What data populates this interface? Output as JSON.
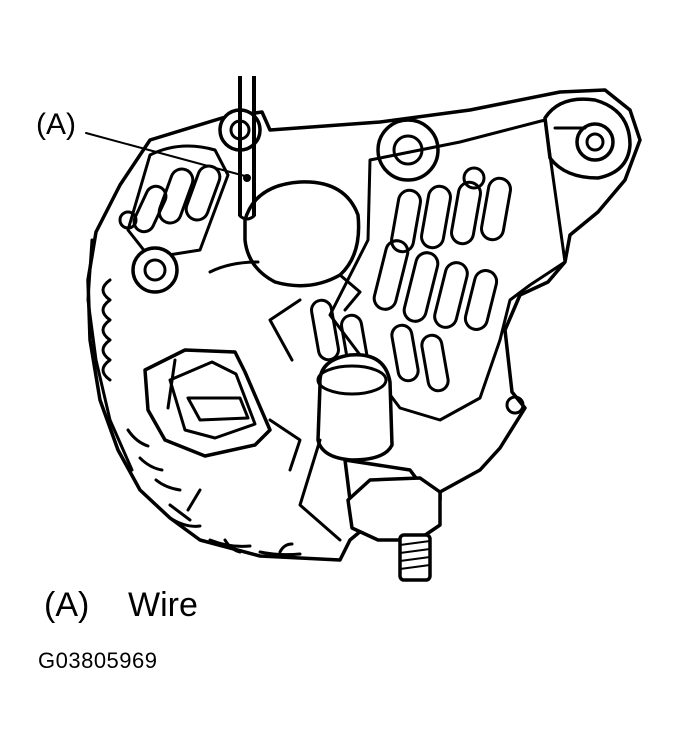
{
  "callout_label": "(A)",
  "legend": {
    "key": "(A)",
    "text": "Wire"
  },
  "figure_id": "G03805969",
  "parts": {
    "wire": "wire",
    "body": "alternator-body",
    "terminal": "output-terminal",
    "connector": "connector-plug",
    "mount": "mounting-bracket"
  }
}
